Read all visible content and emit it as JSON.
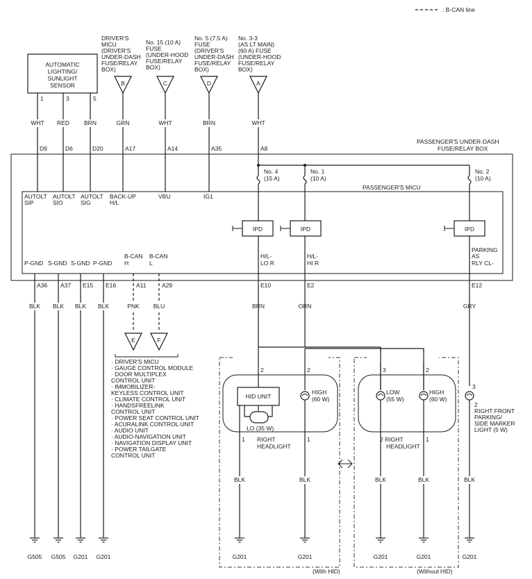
{
  "legend": {
    "label": ": B-CAN line"
  },
  "sensor": {
    "label": [
      "AUTOMATIC",
      "LIGHTING/",
      "SUNLIGHT",
      "SENSOR"
    ],
    "pins": [
      "1",
      "3",
      "5"
    ]
  },
  "sources": [
    {
      "id": "B",
      "label": [
        "DRIVER'S",
        "MICU",
        "(DRIVER'S",
        "UNDER-DASH",
        "FUSE/RELAY",
        "BOX)"
      ]
    },
    {
      "id": "C",
      "label": [
        "No. 15 (10 A)",
        "FUSE",
        "(UNDER-HOOD",
        "FUSE/RELAY",
        "BOX)"
      ]
    },
    {
      "id": "D",
      "label": [
        "No. 5 (7.5 A)",
        "FUSE",
        "(DRIVER'S",
        "UNDER-DASH",
        "FUSE/RELAY",
        "BOX)"
      ]
    },
    {
      "id": "A",
      "label": [
        "No. 3-3",
        "(AS LT MAIN)",
        "(60 A) FUSE",
        "(UNDER-HOOD",
        "FUSE/RELAY",
        "BOX)"
      ]
    }
  ],
  "top_wires": [
    {
      "color": "WHT",
      "terminal": "D9"
    },
    {
      "color": "RED",
      "terminal": "D6"
    },
    {
      "color": "BRN",
      "terminal": "D20"
    },
    {
      "color": "GRN",
      "terminal": "A17"
    },
    {
      "color": "WHT",
      "terminal": "A14"
    },
    {
      "color": "BRN",
      "terminal": "A35"
    },
    {
      "color": "WHT",
      "terminal": "A8"
    }
  ],
  "fuse_box": {
    "label": [
      "PASSENGER'S UNDER-DASH",
      "FUSE/RELAY BOX"
    ]
  },
  "fuses": [
    {
      "name": "No. 4",
      "rating": "(15 A)"
    },
    {
      "name": "No. 1",
      "rating": "(10 A)"
    },
    {
      "name": "No. 2",
      "rating": "(10 A)"
    }
  ],
  "micu": {
    "label": "PASSENGER'S MICU",
    "inputs": [
      [
        "AUTOLT",
        "SIP"
      ],
      [
        "AUTOLT",
        "SIO"
      ],
      [
        "AUTOLT",
        "SIG"
      ],
      [
        "BACK-UP",
        "H/L"
      ],
      [
        "VBU"
      ],
      [
        "IG1"
      ]
    ],
    "ipd": [
      "IPD",
      "IPD",
      "IPD"
    ],
    "bottom_pins": [
      "P-GND",
      "S-GND",
      "S-GND",
      "P-GND"
    ],
    "can_pins": [
      [
        "B-CAN",
        "H"
      ],
      [
        "B-CAN",
        "L"
      ]
    ],
    "outputs": [
      [
        "H/L-",
        "LO R"
      ],
      [
        "H/L-",
        "HI R"
      ],
      [
        "PARKING",
        "AS",
        "RLY CL-"
      ]
    ]
  },
  "bottom_terminals": [
    "A36",
    "A37",
    "E15",
    "E16",
    "A11",
    "A29",
    "E10",
    "E2",
    "E12"
  ],
  "bottom_wires": [
    "BLK",
    "BLK",
    "BLK",
    "BLK",
    "PNK",
    "BLU",
    "BRN",
    "ORN",
    "GRY"
  ],
  "can_connectors": [
    "E",
    "F"
  ],
  "can_list": [
    "· DRIVER'S MICU",
    "· GAUGE CONTROL MODULE",
    "· DOOR MULTIPLEX",
    "CONTROL UNIT",
    "· IMMOBILIZER-",
    "KEYLESS CONTROL UNIT",
    "· CLIMATE CONTROL UNIT",
    "· HANDSFREELINK",
    "CONTROL UNIT",
    "· POWER SEAT CONTROL UNIT",
    "· ACURALINK CONTROL UNIT",
    "· AUDIO UNIT",
    "· AUDIO-NAVIGATION UNIT",
    "· NAVIGATION DISPLAY UNIT",
    "· POWER TAILGATE",
    "CONTROL UNIT"
  ],
  "hid": {
    "pins_top": [
      "2",
      "2"
    ],
    "hid_unit": "HID UNIT",
    "high": [
      "HIGH",
      "(60 W)"
    ],
    "lo": "LO (35 W)",
    "headlight": [
      "RIGHT",
      "HEADLIGHT"
    ],
    "pins_bottom": [
      "1",
      "1"
    ],
    "wires": [
      "BLK",
      "BLK"
    ],
    "grounds": [
      "G201",
      "G201"
    ],
    "caption": "(With HID)"
  },
  "nohid": {
    "pins_top": [
      "3",
      "2"
    ],
    "low": [
      "LOW",
      "(55 W)"
    ],
    "high": [
      "HIGH",
      "(60 W)"
    ],
    "headlight": [
      "2 RIGHT",
      "HEADLIGHT"
    ],
    "pin_bottom": "1",
    "wires": [
      "BLK",
      "BLK"
    ],
    "grounds": [
      "G201",
      "G201"
    ],
    "caption": "(Without HID)"
  },
  "marker": {
    "pin_top": "3",
    "pin_bottom": "2",
    "label": [
      "RIGHT FRONT",
      "PARKING/",
      "SIDE MARKER",
      "LIGHT (5 W)"
    ],
    "wire": "BLK",
    "ground": "G201"
  },
  "left_grounds": [
    "G505",
    "G505",
    "G201",
    "G201"
  ]
}
